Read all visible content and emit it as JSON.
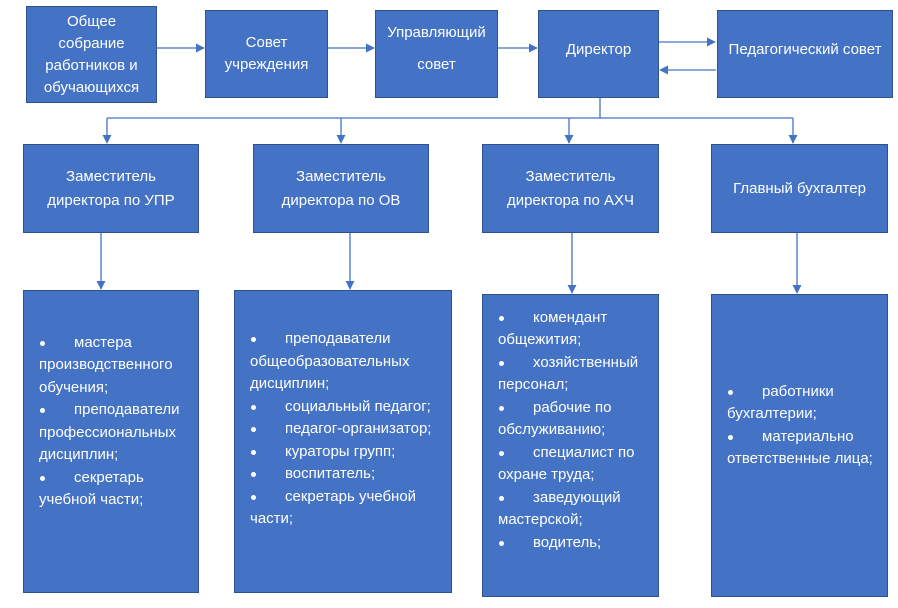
{
  "nodes": {
    "general_meeting": {
      "lines": [
        "Общее",
        "собрание",
        "работников и",
        "обучающихся"
      ]
    },
    "institution_council": {
      "lines": [
        "Совет",
        "учреждения"
      ]
    },
    "managing_council": {
      "lines": [
        "Управляющий",
        "совет"
      ]
    },
    "director": {
      "lines": [
        "Директор"
      ]
    },
    "pedagogical_council": {
      "lines": [
        "Педагогический совет"
      ]
    },
    "deputy_upr": {
      "lines": [
        "Заместитель",
        "директора по УПР"
      ]
    },
    "deputy_ov": {
      "lines": [
        "Заместитель",
        "директора по ОВ"
      ]
    },
    "deputy_ahch": {
      "lines": [
        "Заместитель",
        "директора по АХЧ"
      ]
    },
    "chief_accountant": {
      "lines": [
        "Главный бухгалтер"
      ]
    }
  },
  "lists": {
    "upr_staff": {
      "items": [
        [
          "мастера",
          "производственного",
          "обучения;"
        ],
        [
          "преподаватели",
          "профессиональных",
          "дисциплин;"
        ],
        [
          "секретарь",
          "учебной части;"
        ]
      ]
    },
    "ov_staff": {
      "items": [
        [
          "преподаватели",
          "общеобразовательных",
          "дисциплин;"
        ],
        [
          "социальный педагог;"
        ],
        [
          "педагог-организатор;"
        ],
        [
          "кураторы групп;"
        ],
        [
          "воспитатель;"
        ],
        [
          "секретарь учебной",
          "части;"
        ]
      ]
    },
    "ahch_staff": {
      "items": [
        [
          "комендант",
          "общежития;"
        ],
        [
          "хозяйственный",
          "персонал;"
        ],
        [
          "рабочие по",
          "обслуживанию;"
        ],
        [
          "специалист по",
          "охране труда;"
        ],
        [
          "заведующий",
          "мастерской;"
        ],
        [
          "водитель;"
        ]
      ]
    },
    "accounting_staff": {
      "items": [
        [
          "работники",
          "бухгалтерии;"
        ],
        [
          "материально",
          "ответственные лица;"
        ]
      ]
    }
  },
  "colors": {
    "box_fill": "#4472c4",
    "box_border": "#2f528f",
    "connector": "#4472c4",
    "text": "#ffffff"
  }
}
